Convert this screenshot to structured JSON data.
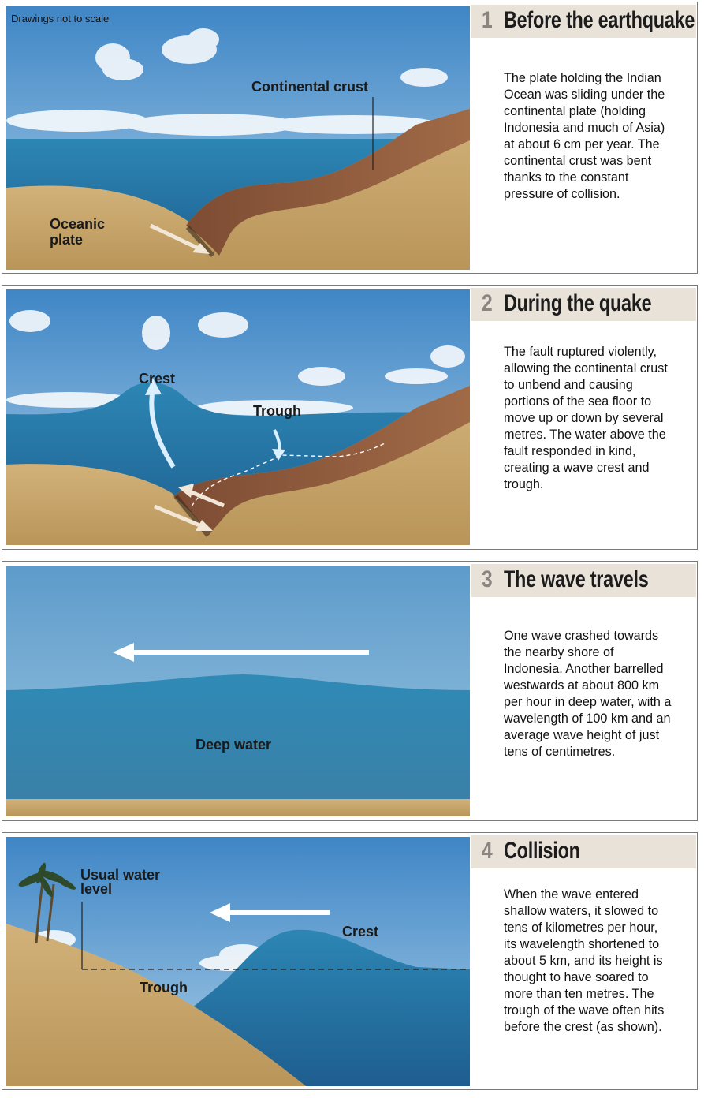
{
  "note": "Drawings not to scale",
  "panels": [
    {
      "number": "1",
      "title": "Before the earthquake",
      "text": "The plate holding the Indian Ocean was sliding under the continental plate (holding Indonesia and much of Asia) at about 6 cm per year. The continental crust was bent thanks to the constant pressure of collision.",
      "labels": {
        "continental": "Continental crust",
        "oceanic_1": "Oceanic",
        "oceanic_2": "plate"
      }
    },
    {
      "number": "2",
      "title": "During the quake",
      "text": "The fault ruptured violently, allowing the continental crust to unbend and causing portions of the sea floor to move up or down by several metres. The water above the fault responded in kind, creating a wave crest and trough.",
      "labels": {
        "crest": "Crest",
        "trough": "Trough"
      }
    },
    {
      "number": "3",
      "title": "The wave travels",
      "text": "One wave crashed towards the nearby shore of Indonesia. Another barrelled westwards at about 800 km per hour in deep water, with a wavelength of 100 km and an average wave height of just tens of centimetres.",
      "labels": {
        "deep": "Deep water"
      }
    },
    {
      "number": "4",
      "title": "Collision",
      "text": "When the wave entered shallow waters, it slowed to tens of kilometres per hour, its wavelength shortened to about 5 km, and its height is thought to have soared to more than ten metres. The trough of the wave often hits before the crest (as shown).",
      "labels": {
        "usual_1": "Usual water",
        "usual_2": "level",
        "crest": "Crest",
        "trough": "Trough"
      }
    }
  ],
  "colors": {
    "sky": "#6aa6d6",
    "sea": "#2f86b0",
    "rock": "#c9a66b",
    "crust": "#8f5a3c",
    "header": "#e8e2d8"
  }
}
